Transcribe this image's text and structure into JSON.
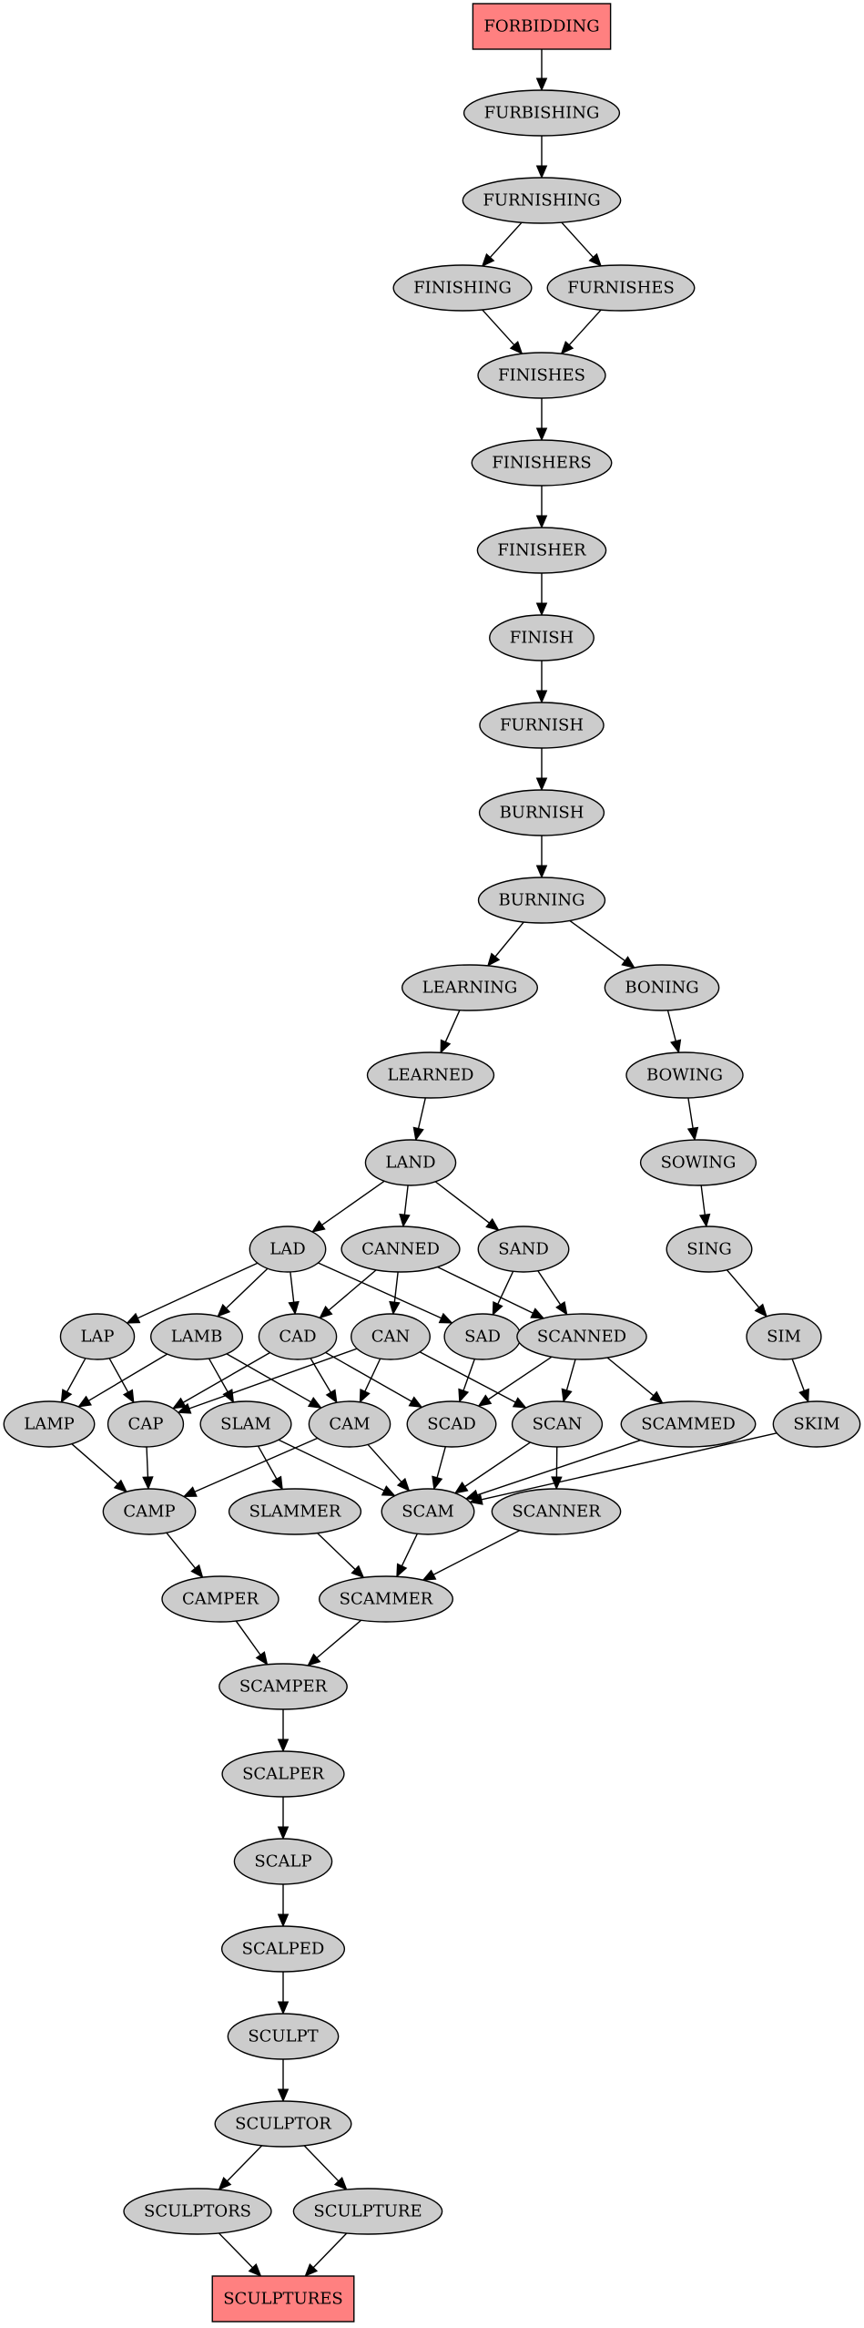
{
  "colors": {
    "background": "#ffffff",
    "node_fill": "#cccccc",
    "endpoint_fill": "#ff8080",
    "stroke": "#000000"
  },
  "nodes": [
    {
      "id": "FORBIDDING",
      "label": "FORBIDDING",
      "shape": "box",
      "endpoint": true
    },
    {
      "id": "FURBISHING",
      "label": "FURBISHING"
    },
    {
      "id": "FURNISHING",
      "label": "FURNISHING"
    },
    {
      "id": "FINISHING",
      "label": "FINISHING"
    },
    {
      "id": "FURNISHES",
      "label": "FURNISHES"
    },
    {
      "id": "FINISHES",
      "label": "FINISHES"
    },
    {
      "id": "FINISHERS",
      "label": "FINISHERS"
    },
    {
      "id": "FINISHER",
      "label": "FINISHER"
    },
    {
      "id": "FINISH",
      "label": "FINISH"
    },
    {
      "id": "FURNISH",
      "label": "FURNISH"
    },
    {
      "id": "BURNISH",
      "label": "BURNISH"
    },
    {
      "id": "BURNING",
      "label": "BURNING"
    },
    {
      "id": "LEARNING",
      "label": "LEARNING"
    },
    {
      "id": "BONING",
      "label": "BONING"
    },
    {
      "id": "LEARNED",
      "label": "LEARNED"
    },
    {
      "id": "BOWING",
      "label": "BOWING"
    },
    {
      "id": "LAND",
      "label": "LAND"
    },
    {
      "id": "SOWING",
      "label": "SOWING"
    },
    {
      "id": "LAD",
      "label": "LAD"
    },
    {
      "id": "CANNED",
      "label": "CANNED"
    },
    {
      "id": "SAND",
      "label": "SAND"
    },
    {
      "id": "SING",
      "label": "SING"
    },
    {
      "id": "LAP",
      "label": "LAP"
    },
    {
      "id": "LAMB",
      "label": "LAMB"
    },
    {
      "id": "CAD",
      "label": "CAD"
    },
    {
      "id": "CAN",
      "label": "CAN"
    },
    {
      "id": "SAD",
      "label": "SAD"
    },
    {
      "id": "SCANNED",
      "label": "SCANNED"
    },
    {
      "id": "SIM",
      "label": "SIM"
    },
    {
      "id": "LAMP",
      "label": "LAMP"
    },
    {
      "id": "CAP",
      "label": "CAP"
    },
    {
      "id": "SLAM",
      "label": "SLAM"
    },
    {
      "id": "CAM",
      "label": "CAM"
    },
    {
      "id": "SCAD",
      "label": "SCAD"
    },
    {
      "id": "SCAN",
      "label": "SCAN"
    },
    {
      "id": "SCAMMED",
      "label": "SCAMMED"
    },
    {
      "id": "SKIM",
      "label": "SKIM"
    },
    {
      "id": "CAMP",
      "label": "CAMP"
    },
    {
      "id": "SLAMMER",
      "label": "SLAMMER"
    },
    {
      "id": "SCAM",
      "label": "SCAM"
    },
    {
      "id": "SCANNER",
      "label": "SCANNER"
    },
    {
      "id": "CAMPER",
      "label": "CAMPER"
    },
    {
      "id": "SCAMMER",
      "label": "SCAMMER"
    },
    {
      "id": "SCAMPER",
      "label": "SCAMPER"
    },
    {
      "id": "SCALPER",
      "label": "SCALPER"
    },
    {
      "id": "SCALP",
      "label": "SCALP"
    },
    {
      "id": "SCALPED",
      "label": "SCALPED"
    },
    {
      "id": "SCULPT",
      "label": "SCULPT"
    },
    {
      "id": "SCULPTOR",
      "label": "SCULPTOR"
    },
    {
      "id": "SCULPTORS",
      "label": "SCULPTORS"
    },
    {
      "id": "SCULPTURE",
      "label": "SCULPTURE"
    },
    {
      "id": "SCULPTURES",
      "label": "SCULPTURES",
      "shape": "box",
      "endpoint": true
    }
  ],
  "edges": [
    [
      "FORBIDDING",
      "FURBISHING"
    ],
    [
      "FURBISHING",
      "FURNISHING"
    ],
    [
      "FURNISHING",
      "FINISHING"
    ],
    [
      "FURNISHING",
      "FURNISHES"
    ],
    [
      "FINISHING",
      "FINISHES"
    ],
    [
      "FURNISHES",
      "FINISHES"
    ],
    [
      "FINISHES",
      "FINISHERS"
    ],
    [
      "FINISHERS",
      "FINISHER"
    ],
    [
      "FINISHER",
      "FINISH"
    ],
    [
      "FINISH",
      "FURNISH"
    ],
    [
      "FURNISH",
      "BURNISH"
    ],
    [
      "BURNISH",
      "BURNING"
    ],
    [
      "BURNING",
      "LEARNING"
    ],
    [
      "BURNING",
      "BONING"
    ],
    [
      "LEARNING",
      "LEARNED"
    ],
    [
      "BONING",
      "BOWING"
    ],
    [
      "LEARNED",
      "LAND"
    ],
    [
      "BOWING",
      "SOWING"
    ],
    [
      "LAND",
      "LAD"
    ],
    [
      "LAND",
      "CANNED"
    ],
    [
      "LAND",
      "SAND"
    ],
    [
      "SOWING",
      "SING"
    ],
    [
      "LAD",
      "LAP"
    ],
    [
      "LAD",
      "LAMB"
    ],
    [
      "LAD",
      "CAD"
    ],
    [
      "LAD",
      "SAD"
    ],
    [
      "CANNED",
      "CAD"
    ],
    [
      "CANNED",
      "CAN"
    ],
    [
      "CANNED",
      "SCANNED"
    ],
    [
      "SAND",
      "SAD"
    ],
    [
      "SAND",
      "SCANNED"
    ],
    [
      "SING",
      "SIM"
    ],
    [
      "LAP",
      "LAMP"
    ],
    [
      "LAP",
      "CAP"
    ],
    [
      "LAMB",
      "LAMP"
    ],
    [
      "LAMB",
      "SLAM"
    ],
    [
      "LAMB",
      "CAM"
    ],
    [
      "CAD",
      "CAP"
    ],
    [
      "CAD",
      "CAM"
    ],
    [
      "CAD",
      "SCAD"
    ],
    [
      "CAN",
      "CAP"
    ],
    [
      "CAN",
      "CAM"
    ],
    [
      "CAN",
      "SCAN"
    ],
    [
      "SAD",
      "SCAD"
    ],
    [
      "SCANNED",
      "SCAD"
    ],
    [
      "SCANNED",
      "SCAN"
    ],
    [
      "SCANNED",
      "SCAMMED"
    ],
    [
      "SIM",
      "SKIM"
    ],
    [
      "LAMP",
      "CAMP"
    ],
    [
      "CAP",
      "CAMP"
    ],
    [
      "SLAM",
      "SLAMMER"
    ],
    [
      "SLAM",
      "SCAM"
    ],
    [
      "CAM",
      "CAMP"
    ],
    [
      "CAM",
      "SCAM"
    ],
    [
      "SCAD",
      "SCAM"
    ],
    [
      "SCAN",
      "SCAM"
    ],
    [
      "SCAN",
      "SCANNER"
    ],
    [
      "SCAMMED",
      "SCAM"
    ],
    [
      "SKIM",
      "SCAM"
    ],
    [
      "CAMP",
      "CAMPER"
    ],
    [
      "SLAMMER",
      "SCAMMER"
    ],
    [
      "SCAM",
      "SCAMMER"
    ],
    [
      "SCANNER",
      "SCAMMER"
    ],
    [
      "CAMPER",
      "SCAMPER"
    ],
    [
      "SCAMMER",
      "SCAMPER"
    ],
    [
      "SCAMPER",
      "SCALPER"
    ],
    [
      "SCALPER",
      "SCALP"
    ],
    [
      "SCALP",
      "SCALPED"
    ],
    [
      "SCALPED",
      "SCULPT"
    ],
    [
      "SCULPT",
      "SCULPTOR"
    ],
    [
      "SCULPTOR",
      "SCULPTORS"
    ],
    [
      "SCULPTOR",
      "SCULPTURE"
    ],
    [
      "SCULPTORS",
      "SCULPTURES"
    ],
    [
      "SCULPTURE",
      "SCULPTURES"
    ]
  ]
}
